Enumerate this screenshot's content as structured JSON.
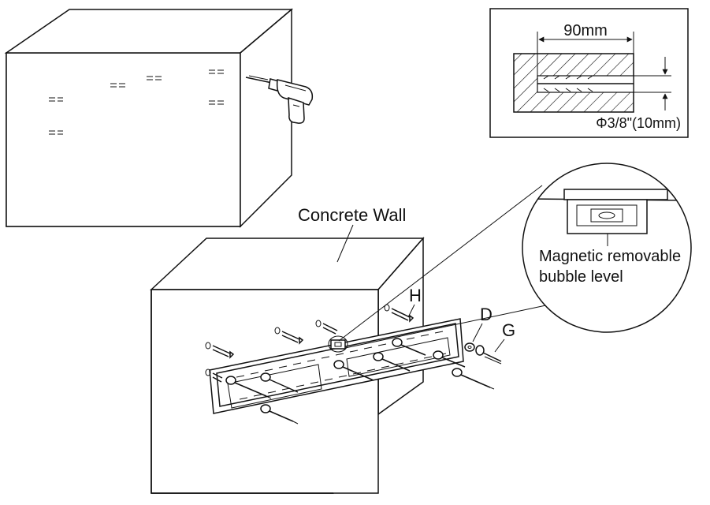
{
  "labels": {
    "concrete_wall": "Concrete Wall",
    "depth_dimension": "90mm",
    "hole_diameter": "Φ3/8\"(10mm)",
    "bubble_level_line1": "Magnetic removable",
    "bubble_level_line2": "bubble level",
    "part_h": "H",
    "part_d": "D",
    "part_g": "G"
  },
  "colors": {
    "line": "#111111",
    "background": "#ffffff"
  },
  "icons": [
    "drill-icon",
    "anchor-icon",
    "lag-bolt-icon",
    "washer-icon",
    "bubble-level-icon"
  ]
}
